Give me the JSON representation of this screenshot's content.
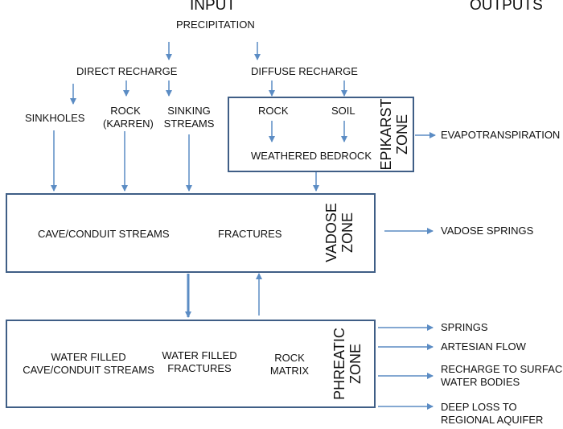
{
  "headers": {
    "input": "INPUT",
    "outputs": "OUTPUTS"
  },
  "inputs": {
    "precipitation": "PRECIPITATION",
    "direct_recharge": "DIRECT RECHARGE",
    "diffuse_recharge": "DIFFUSE RECHARGE",
    "sinkholes": "SINKHOLES",
    "rock_karren": "ROCK\n(KARREN)",
    "sinking_streams": "SINKING\nSTREAMS",
    "rock": "ROCK",
    "soil": "SOIL",
    "weathered_bedrock": "WEATHERED BEDROCK"
  },
  "zones": {
    "epikarst": "EPIKARST\nZONE",
    "vadose": "VADOSE\nZONE",
    "phreatic": "PHREATIC\nZONE"
  },
  "vadose": {
    "cave_conduit": "CAVE/CONDUIT STREAMS",
    "fractures": "FRACTURES"
  },
  "phreatic": {
    "water_filled_cave": "WATER FILLED\nCAVE/CONDUIT STREAMS",
    "water_filled_fractures": "WATER FILLED\nFRACTURES",
    "rock_matrix": "ROCK\nMATRIX"
  },
  "outputs": {
    "evapotranspiration": "EVAPOTRANSPIRATION",
    "vadose_springs": "VADOSE SPRINGS",
    "springs": "SPRINGS",
    "artesian_flow": "ARTESIAN FLOW",
    "recharge_surface": "RECHARGE TO SURFACE\nWATER BODIES",
    "deep_loss": "DEEP LOSS TO\nREGIONAL AQUIFER"
  },
  "colors": {
    "arrow": "#5b8cc4",
    "box": "#3f5e86",
    "text": "#111111"
  }
}
